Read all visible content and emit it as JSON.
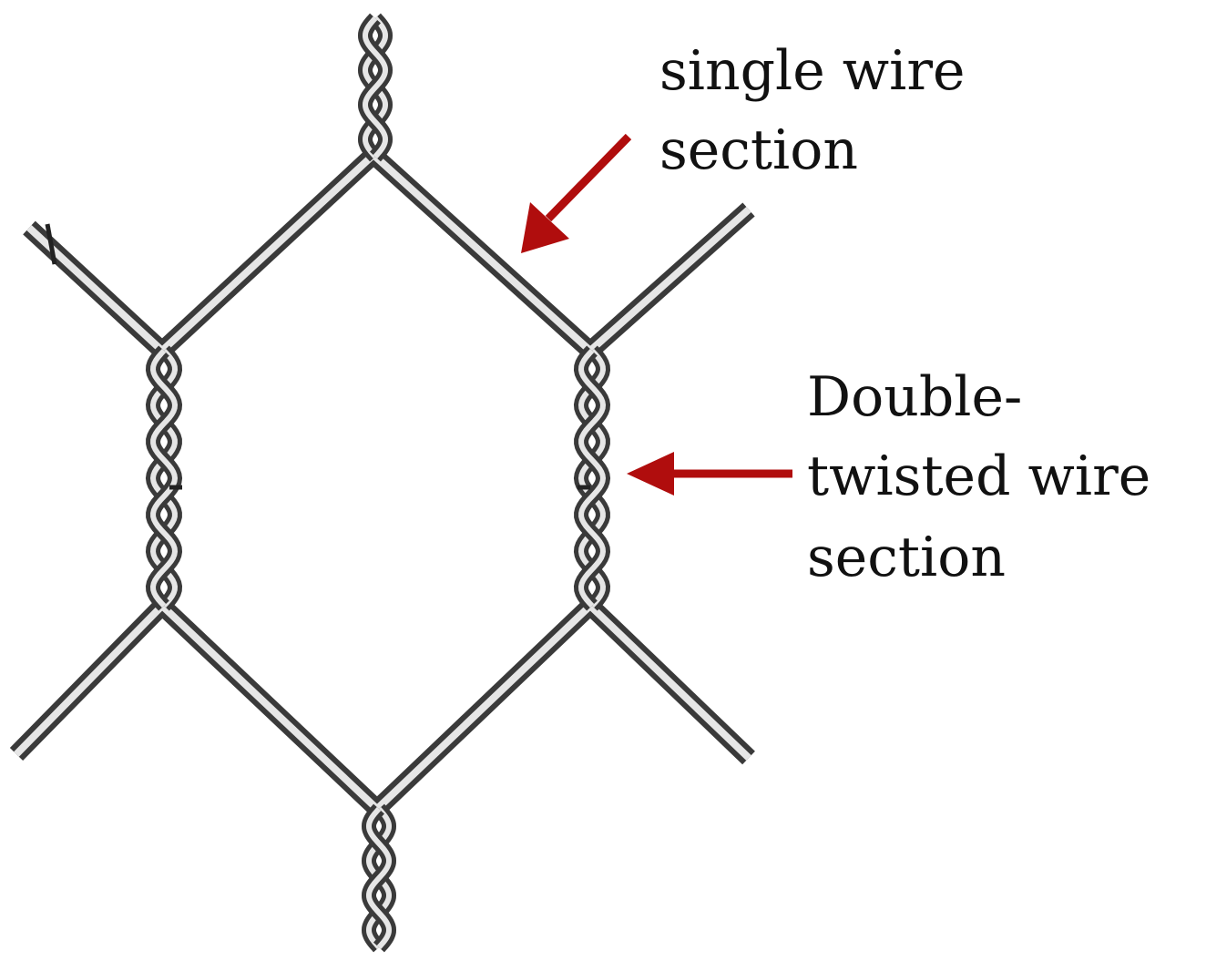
{
  "diagram": {
    "labels": {
      "single_line1": "single wire",
      "single_line2": "section",
      "double_line1": "Double-",
      "double_line2": "twisted wire",
      "double_line3": "section"
    },
    "colors": {
      "wire_outline": "#3a3a3a",
      "wire_fill": "#e6e6e6",
      "arrow": "#b00d0d",
      "text": "#111111",
      "background": "#ffffff"
    }
  }
}
